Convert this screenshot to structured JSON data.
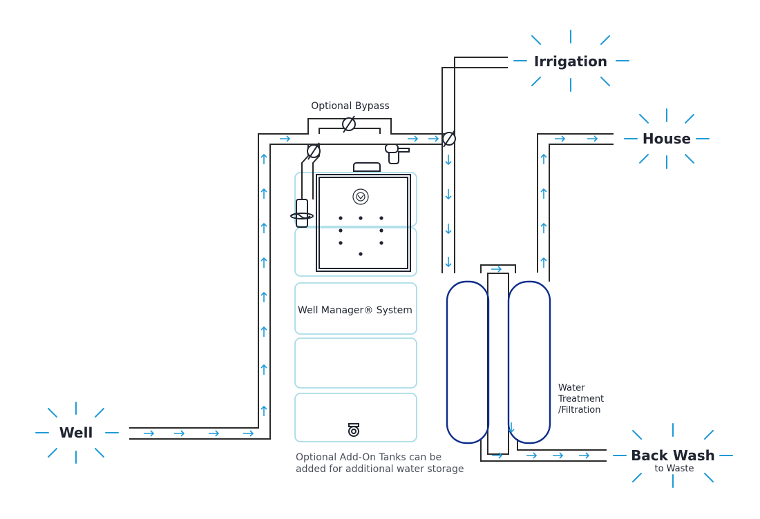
{
  "labels": {
    "well": "Well",
    "irrigation": "Irrigation",
    "house": "House",
    "back_wash": "Back Wash",
    "back_wash_sub": "to Waste",
    "optional_bypass": "Optional Bypass",
    "system": "Well Manager® System",
    "treatment_line1": "Water",
    "treatment_line2": "Treatment",
    "treatment_line3": "/Filtration",
    "addon_line1": "Optional Add-On Tanks can be",
    "addon_line2": "added for additional water storage"
  },
  "colors": {
    "pipe": "#2a2a2a",
    "flow_arrow": "#1e9ad6",
    "burst": "#1e9ad6",
    "tank_outline": "#a9dbe8",
    "filter_tank": "#0d2c8a",
    "label": "#1f2430"
  }
}
